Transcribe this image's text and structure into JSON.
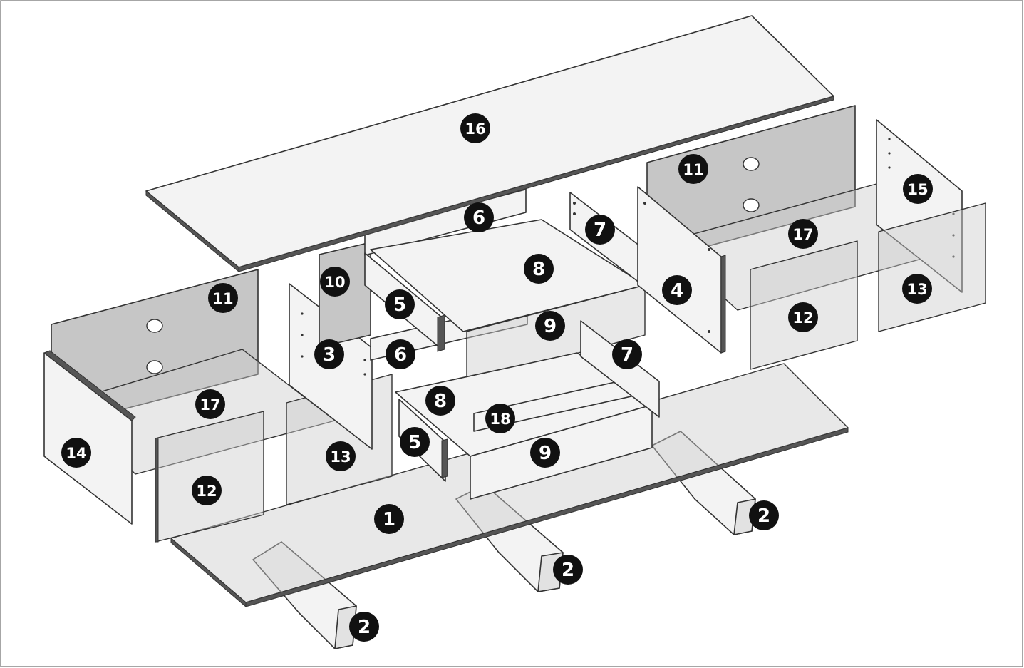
{
  "diagram": {
    "parts": [
      {
        "id": "16",
        "label": "16"
      },
      {
        "id": "11a",
        "label": "11"
      },
      {
        "id": "15",
        "label": "15"
      },
      {
        "id": "6a",
        "label": "6"
      },
      {
        "id": "7a",
        "label": "7"
      },
      {
        "id": "17a",
        "label": "17"
      },
      {
        "id": "8a",
        "label": "8"
      },
      {
        "id": "10",
        "label": "10"
      },
      {
        "id": "4",
        "label": "4"
      },
      {
        "id": "13a",
        "label": "13"
      },
      {
        "id": "11b",
        "label": "11"
      },
      {
        "id": "5a",
        "label": "5"
      },
      {
        "id": "9a",
        "label": "9"
      },
      {
        "id": "12a",
        "label": "12"
      },
      {
        "id": "3",
        "label": "3"
      },
      {
        "id": "6b",
        "label": "6"
      },
      {
        "id": "7b",
        "label": "7"
      },
      {
        "id": "17b",
        "label": "17"
      },
      {
        "id": "8b",
        "label": "8"
      },
      {
        "id": "18",
        "label": "18"
      },
      {
        "id": "14",
        "label": "14"
      },
      {
        "id": "5b",
        "label": "5"
      },
      {
        "id": "13b",
        "label": "13"
      },
      {
        "id": "9b",
        "label": "9"
      },
      {
        "id": "12b",
        "label": "12"
      },
      {
        "id": "1",
        "label": "1"
      },
      {
        "id": "2a",
        "label": "2"
      },
      {
        "id": "2b",
        "label": "2"
      },
      {
        "id": "2c",
        "label": "2"
      }
    ]
  }
}
